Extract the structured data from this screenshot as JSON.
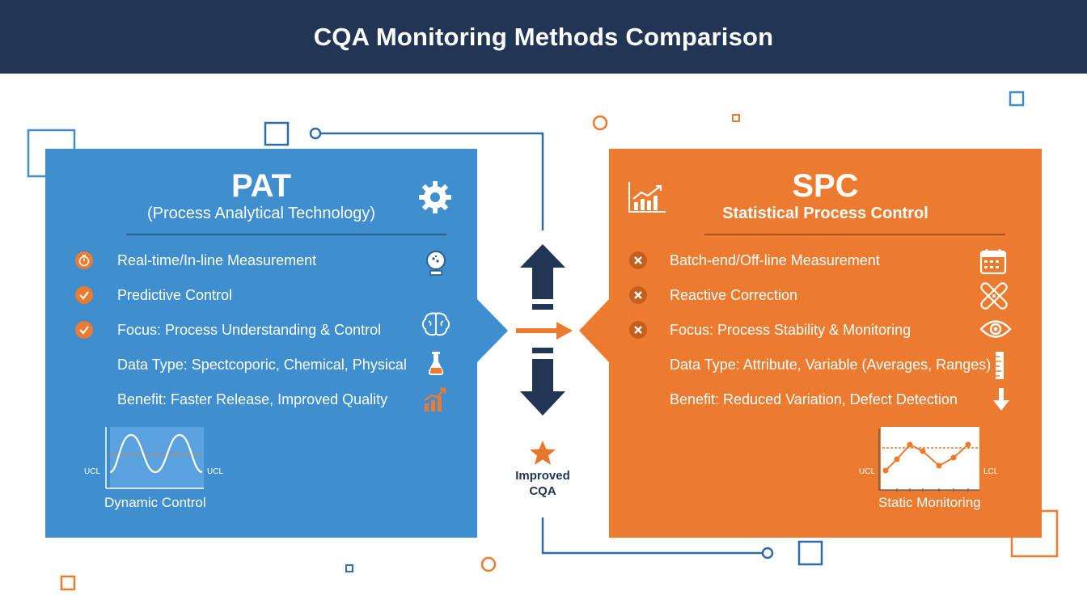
{
  "header": {
    "title": "CQA Monitoring Methods Comparison"
  },
  "pat": {
    "title": "PAT",
    "subtitle": "(Process Analytical Technology)",
    "items": [
      {
        "text": "Real-time/In-line Measurement",
        "bullet_icon": "stopwatch-icon",
        "side_icon": "sensor-probe-icon"
      },
      {
        "text": "Predictive Control",
        "bullet_icon": "check-circle-icon"
      },
      {
        "text": "Focus: Process Understanding & Control",
        "bullet_icon": "check-circle-icon",
        "side_icon": "brain-icon"
      },
      {
        "text": "Data Type: Spectcoporic, Chemical, Physical",
        "side_icon": "flask-icon"
      },
      {
        "text": "Benefit: Faster Release, Improved Quality",
        "side_icon": "rising-bars-icon"
      }
    ],
    "chart": {
      "label_left": "UCL",
      "label_right": "UCL",
      "caption": "Dynamic Control"
    },
    "color": "#3f8ecf"
  },
  "spc": {
    "title": "SPC",
    "subtitle": "Statistical Process Control",
    "items": [
      {
        "text": "Batch-end/Off-line Measurement",
        "bullet_icon": "x-circle-icon",
        "side_icon": "calendar-icon"
      },
      {
        "text": "Reactive Correction",
        "bullet_icon": "x-circle-icon",
        "side_icon": "bandage-icon"
      },
      {
        "text": "Focus: Process Stability & Monitoring",
        "bullet_icon": "x-circle-icon",
        "side_icon": "eye-icon"
      },
      {
        "text": "Data Type: Attribute, Variable (Averages, Ranges)",
        "side_icon": "ruler-icon"
      },
      {
        "text": "Benefit: Reduced Variation, Defect Detection",
        "side_icon": "down-arrow-icon"
      }
    ],
    "chart": {
      "label_left": "UCL",
      "label_right": "LCL",
      "caption": "Static Monitoring"
    },
    "color": "#ec7a2f"
  },
  "center": {
    "result_label": "Improved CQA"
  },
  "colors": {
    "navy": "#213554",
    "blue": "#3f8ecf",
    "orange": "#ec7a2f",
    "accent_orange": "#e8772e"
  }
}
